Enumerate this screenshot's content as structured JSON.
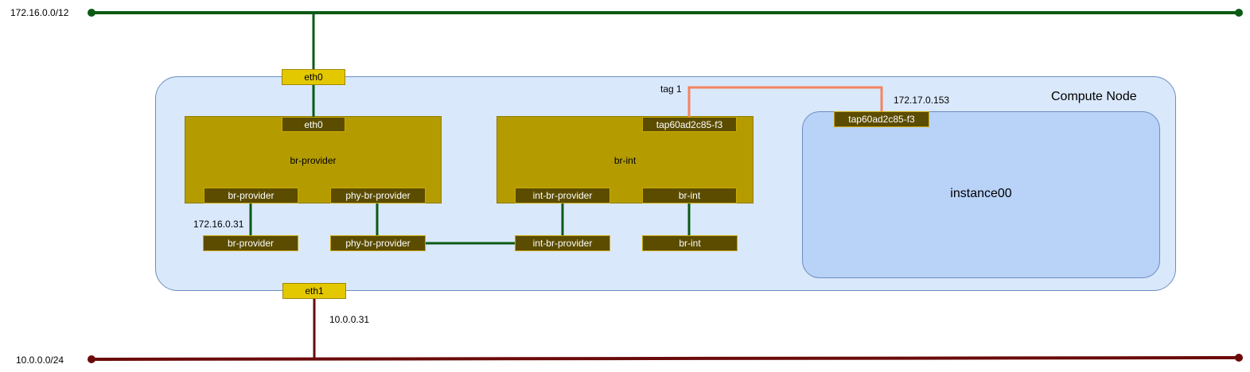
{
  "networks": {
    "provider_net": {
      "label": "172.16.0.0/12",
      "color": "#0b5a14"
    },
    "mgmt_net": {
      "label": "10.0.0.0/24",
      "color": "#6b0a0a"
    }
  },
  "compute_node": {
    "title": "Compute Node"
  },
  "host_ports": {
    "eth0": "eth0",
    "eth1": "eth1"
  },
  "br_provider": {
    "title": "br-provider",
    "ports": {
      "eth0": "eth0",
      "br_provider": "br-provider",
      "phy_br_provider": "phy-br-provider"
    }
  },
  "br_int": {
    "title": "br-int",
    "ports": {
      "tap": "tap60ad2c85-f3",
      "int_br_provider": "int-br-provider",
      "br_int": "br-int"
    }
  },
  "internal_ports": {
    "br_provider": "br-provider",
    "phy_br_provider": "phy-br-provider",
    "int_br_provider": "int-br-provider",
    "br_int": "br-int"
  },
  "instance": {
    "title": "instance00",
    "tap": "tap60ad2c85-f3"
  },
  "labels": {
    "ip_provider": "172.16.0.31",
    "ip_mgmt": "10.0.0.31",
    "ip_instance": "172.17.0.153",
    "tag": "tag 1"
  },
  "colors": {
    "green_link": "#0b5a14",
    "red_link": "#6b0a0a",
    "orange_link": "#f4845f",
    "node_fill": "#dae8fc",
    "bridge_fill": "#b49c00",
    "port_dark": "#5b4c00",
    "port_yellow": "#e3c800"
  }
}
